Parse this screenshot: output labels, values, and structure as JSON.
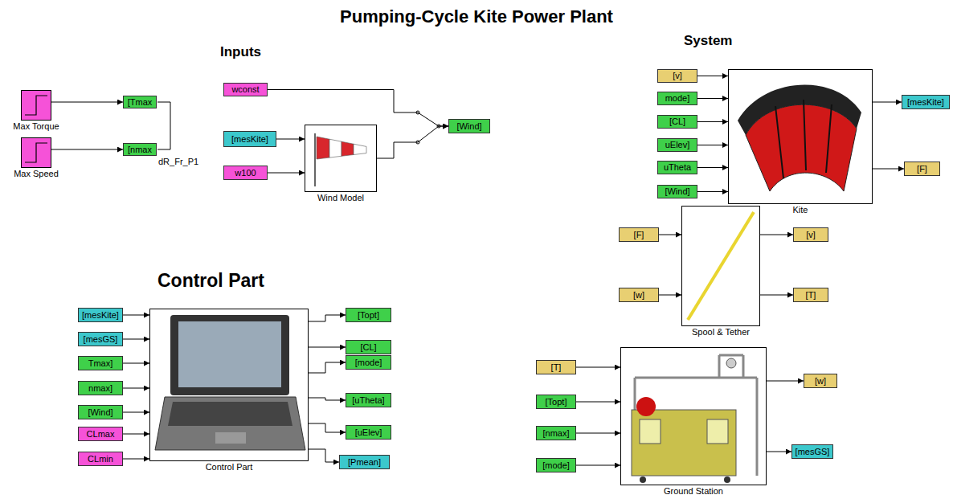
{
  "diagram": {
    "title": "Pumping-Cycle Kite Power Plant",
    "nodes": [
      {
        "text": [
          "Max Torque"
        ]
      },
      {
        "text": [
          "Max Speed"
        ]
      },
      {
        "text": [
          "[Tmax"
        ]
      },
      {
        "text": [
          "[nmax"
        ]
      },
      {
        "text": [
          "wconst"
        ]
      },
      {
        "text": [
          "[mesKite]"
        ]
      },
      {
        "text": [
          "w100"
        ]
      },
      {
        "text": [
          "Wind Model"
        ]
      },
      {
        "text": [
          "[Wind]"
        ]
      },
      {
        "text": [
          "[v]"
        ]
      },
      {
        "text": [
          "mode]"
        ]
      },
      {
        "text": [
          "[CL]"
        ]
      },
      {
        "text": [
          "uElev]"
        ]
      },
      {
        "text": [
          "uTheta"
        ]
      },
      {
        "text": [
          "[Wind]"
        ]
      },
      {
        "text": [
          "Kite"
        ]
      },
      {
        "text": [
          "[mesKite]"
        ]
      },
      {
        "text": [
          "[F]"
        ]
      },
      {
        "text": [
          "[F]"
        ]
      },
      {
        "text": [
          "[w]"
        ]
      },
      {
        "text": [
          "Spool & Tether"
        ]
      },
      {
        "text": [
          "[v]"
        ]
      },
      {
        "text": [
          "[T]"
        ]
      },
      {
        "text": [
          "[mesKite]"
        ]
      },
      {
        "text": [
          "[mesGS]"
        ]
      },
      {
        "text": [
          "Tmax]"
        ]
      },
      {
        "text": [
          "nmax]"
        ]
      },
      {
        "text": [
          "[Wind]"
        ]
      },
      {
        "text": [
          "CLmax"
        ]
      },
      {
        "text": [
          "CLmin"
        ]
      },
      {
        "text": [
          "Control Part"
        ]
      },
      {
        "text": [
          "[Topt]"
        ]
      },
      {
        "text": [
          "[CL]"
        ]
      },
      {
        "text": [
          "[mode]"
        ]
      },
      {
        "text": [
          "[uTheta]"
        ]
      },
      {
        "text": [
          "[uElev]"
        ]
      },
      {
        "text": [
          "[Pmean]"
        ]
      },
      {
        "text": [
          "[T]"
        ]
      },
      {
        "text": [
          "[Topt]"
        ]
      },
      {
        "text": [
          "[nmax]"
        ]
      },
      {
        "text": [
          "[mode]"
        ]
      },
      {
        "text": [
          "Ground Station"
        ]
      },
      {
        "text": [
          "[w]"
        ]
      },
      {
        "text": [
          "[mesGS]"
        ]
      }
    ],
    "edges": [
      {
        "from": 0,
        "to": 2,
        "arrow": "to"
      },
      {
        "from": 1,
        "to": 3,
        "arrow": "to"
      },
      {
        "from": 4,
        "to": 8,
        "arrow": "to"
      },
      {
        "from": 5,
        "to": 7,
        "arrow": "to"
      },
      {
        "from": 6,
        "to": 7,
        "arrow": "to"
      },
      {
        "from": 7,
        "to": 8,
        "arrow": "to"
      },
      {
        "from": 9,
        "to": 15,
        "arrow": "to"
      },
      {
        "from": 10,
        "to": 15,
        "arrow": "to"
      },
      {
        "from": 11,
        "to": 15,
        "arrow": "to"
      },
      {
        "from": 12,
        "to": 15,
        "arrow": "to"
      },
      {
        "from": 13,
        "to": 15,
        "arrow": "to"
      },
      {
        "from": 14,
        "to": 15,
        "arrow": "to"
      },
      {
        "from": 15,
        "to": 16,
        "arrow": "to"
      },
      {
        "from": 15,
        "to": 17,
        "arrow": "to"
      },
      {
        "from": 18,
        "to": 20,
        "arrow": "to"
      },
      {
        "from": 19,
        "to": 20,
        "arrow": "to"
      },
      {
        "from": 20,
        "to": 21,
        "arrow": "to"
      },
      {
        "from": 20,
        "to": 22,
        "arrow": "to"
      },
      {
        "from": 23,
        "to": 30,
        "arrow": "to"
      },
      {
        "from": 24,
        "to": 30,
        "arrow": "to"
      },
      {
        "from": 25,
        "to": 30,
        "arrow": "to"
      },
      {
        "from": 26,
        "to": 30,
        "arrow": "to"
      },
      {
        "from": 27,
        "to": 30,
        "arrow": "to"
      },
      {
        "from": 28,
        "to": 30,
        "arrow": "to"
      },
      {
        "from": 29,
        "to": 30,
        "arrow": "to"
      },
      {
        "from": 30,
        "to": 31,
        "arrow": "to"
      },
      {
        "from": 30,
        "to": 32,
        "arrow": "to"
      },
      {
        "from": 30,
        "to": 33,
        "arrow": "to"
      },
      {
        "from": 30,
        "to": 34,
        "arrow": "to"
      },
      {
        "from": 30,
        "to": 35,
        "arrow": "to"
      },
      {
        "from": 30,
        "to": 36,
        "arrow": "to"
      },
      {
        "from": 37,
        "to": 41,
        "arrow": "to"
      },
      {
        "from": 38,
        "to": 41,
        "arrow": "to"
      },
      {
        "from": 39,
        "to": 41,
        "arrow": "to"
      },
      {
        "from": 40,
        "to": 41,
        "arrow": "to"
      },
      {
        "from": 41,
        "to": 42,
        "arrow": "to"
      },
      {
        "from": 41,
        "to": 43,
        "arrow": "to"
      }
    ],
    "labels": [
      "Inputs",
      "System",
      "Control Part",
      "dR_Fr_P1"
    ]
  }
}
